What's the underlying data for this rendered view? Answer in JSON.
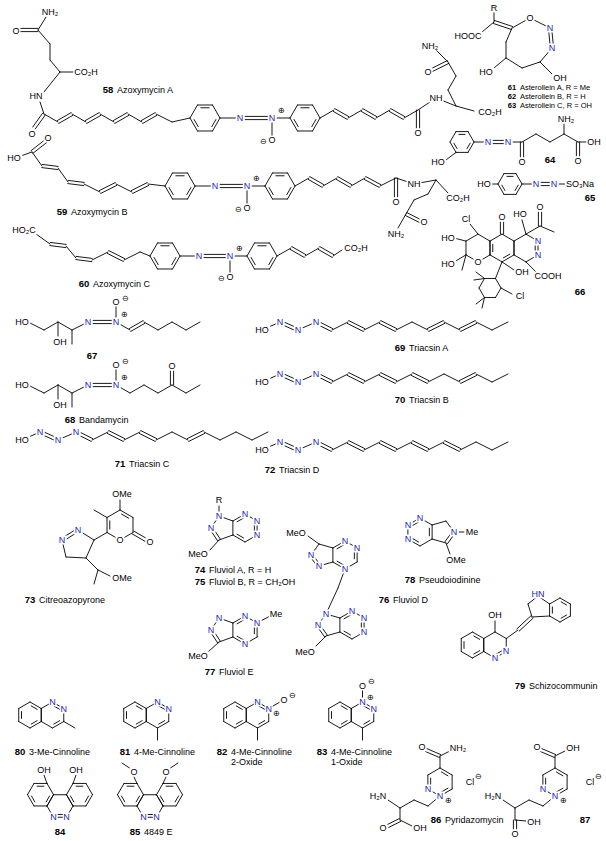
{
  "diagram": {
    "labels": [
      "NH₂",
      "O",
      "CO₂H",
      "HN",
      "O",
      "58",
      "Azoxymycin A",
      "N",
      "N",
      "⊕",
      "O",
      "⊖",
      "O",
      "NH",
      "CO₂H",
      "O",
      "NH₂",
      "O",
      "HO",
      "59",
      "Azoxymycin B",
      "N",
      "N",
      "⊕",
      "O",
      "⊖",
      "O",
      "NH",
      "CO₂H",
      "O",
      "NH₂",
      "HO₂C",
      "60",
      "Azoxymycin C",
      "N",
      "N",
      "⊕",
      "O",
      "⊖",
      "CO₂H",
      "R",
      "HOOC",
      "O",
      "N",
      "N",
      "HO",
      "OH",
      "61",
      "Asterollein A, R = Me",
      "62",
      "Asterollein B, R = H",
      "63",
      "Asterollein C, R = OH",
      "HO",
      "N",
      "N",
      "O",
      "NH₂",
      "OH",
      "O",
      "64",
      "HO",
      "N",
      "N",
      "SO₃Na",
      "65",
      "O",
      "Cl",
      "HO",
      "HO",
      "O",
      "OH",
      "Cl",
      "HO",
      "O",
      "N",
      "N",
      "COOH",
      "66",
      "HO",
      "OH",
      "N",
      "N",
      "⊕",
      "O",
      "⊖",
      "67",
      "HO",
      "OH",
      "N",
      "N",
      "⊕",
      "O",
      "⊖",
      "O",
      "68",
      "Bandamycin",
      "HO",
      "N",
      "N",
      "N",
      "69",
      "Triacsin A",
      "HO",
      "N",
      "N",
      "N",
      "70",
      "Triacsin B",
      "HO",
      "N",
      "N",
      "N",
      "71",
      "Triacsin C",
      "HO",
      "N",
      "N",
      "N",
      "72",
      "Triacsin D",
      "OMe",
      "O",
      "O",
      "N",
      "N",
      "OMe",
      "73",
      "Citreoazopyrone",
      "R",
      "N",
      "N",
      "MeO",
      "N",
      "N",
      "N",
      "74",
      "Fluviol A, R = H",
      "75",
      "Fluviol B, R = CH₂OH",
      "MeO",
      "N",
      "N",
      "N",
      "N",
      "N",
      "N",
      "N",
      "MeO",
      "N",
      "N",
      "N",
      "76",
      "Fluviol D",
      "N",
      "N",
      "MeO",
      "N",
      "N",
      "Me",
      "N",
      "77",
      "Fluviol E",
      "N",
      "N",
      "N",
      "N",
      "Me",
      "OMe",
      "78",
      "Pseudoiodinine",
      "HN",
      "OH",
      "N",
      "N",
      "79",
      "Schizocommunin",
      "N",
      "N",
      "80",
      "3-Me-Cinnoline",
      "N",
      "N",
      "81",
      "4-Me-Cinnoline",
      "N",
      "N",
      "⊕",
      "O",
      "⊖",
      "82",
      "4-Me-Cinnoline",
      "2-Oxide",
      "N",
      "⊕",
      "O",
      "⊖",
      "N",
      "83",
      "4-Me-Cinnoline",
      "1-Oxide",
      "OH",
      "OH",
      "N",
      "N",
      "84",
      "O",
      "O",
      "N",
      "N",
      "85",
      "4849 E",
      "O",
      "NH₂",
      "N",
      "N",
      "⊕",
      "H₂N",
      "O",
      "OH",
      "Cl",
      "⊖",
      "86",
      "Pyridazomycin",
      "O",
      "OH",
      "N",
      "N",
      "⊕",
      "H₂N",
      "OH",
      "O",
      "Cl",
      "⊖",
      "87"
    ]
  }
}
